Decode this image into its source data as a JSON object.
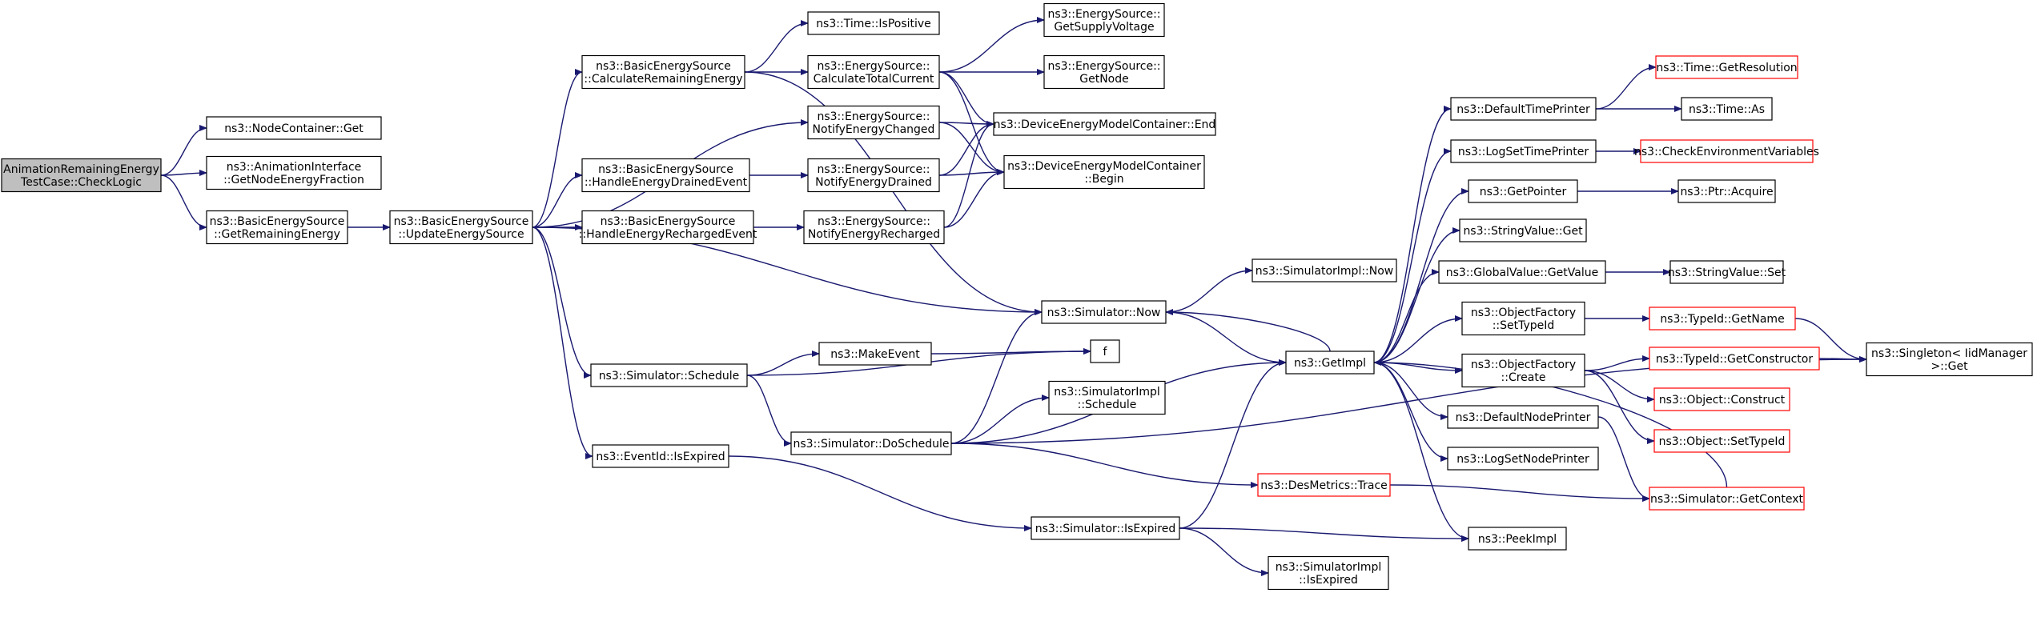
{
  "colors": {
    "edge": "#191970",
    "root_fill": "#bfbfbf",
    "node_fill": "#ffffff",
    "node_border": "#000000",
    "truncated_border": "#ff0000"
  },
  "nodes": [
    {
      "id": "root",
      "lines": [
        "AnimationRemainingEnergy",
        "TestCase::CheckLogic"
      ],
      "style": "root"
    },
    {
      "id": "nc_get",
      "lines": [
        "ns3::NodeContainer::Get"
      ]
    },
    {
      "id": "anim_get",
      "lines": [
        "ns3::AnimationInterface",
        "::GetNodeEnergyFraction"
      ]
    },
    {
      "id": "bes_getrem",
      "lines": [
        "ns3::BasicEnergySource",
        "::GetRemainingEnergy"
      ]
    },
    {
      "id": "bes_update",
      "lines": [
        "ns3::BasicEnergySource",
        "::UpdateEnergySource"
      ]
    },
    {
      "id": "bes_calc",
      "lines": [
        "ns3::BasicEnergySource",
        "::CalculateRemainingEnergy"
      ]
    },
    {
      "id": "es_notify_changed",
      "lines": [
        "ns3::EnergySource::",
        "NotifyEnergyChanged"
      ]
    },
    {
      "id": "bes_drained",
      "lines": [
        "ns3::BasicEnergySource",
        "::HandleEnergyDrainedEvent"
      ]
    },
    {
      "id": "bes_recharged",
      "lines": [
        "ns3::BasicEnergySource",
        "::HandleEnergyRechargedEvent"
      ]
    },
    {
      "id": "sim_schedule",
      "lines": [
        "ns3::Simulator::Schedule"
      ]
    },
    {
      "id": "eventid_expired",
      "lines": [
        "ns3::EventId::IsExpired"
      ]
    },
    {
      "id": "time_ispositive",
      "lines": [
        "ns3::Time::IsPositive"
      ]
    },
    {
      "id": "es_calctotal",
      "lines": [
        "ns3::EnergySource::",
        "CalculateTotalCurrent"
      ]
    },
    {
      "id": "es_notify_drained",
      "lines": [
        "ns3::EnergySource::",
        "NotifyEnergyDrained"
      ]
    },
    {
      "id": "es_notify_recharged",
      "lines": [
        "ns3::EnergySource::",
        "NotifyEnergyRecharged"
      ]
    },
    {
      "id": "make_event",
      "lines": [
        "ns3::MakeEvent"
      ]
    },
    {
      "id": "sim_doschedule",
      "lines": [
        "ns3::Simulator::DoSchedule"
      ]
    },
    {
      "id": "es_supply",
      "lines": [
        "ns3::EnergySource::",
        "GetSupplyVoltage"
      ]
    },
    {
      "id": "es_getnode",
      "lines": [
        "ns3::EnergySource::",
        "GetNode"
      ]
    },
    {
      "id": "demc_end",
      "lines": [
        "ns3::DeviceEnergyModelContainer::End"
      ]
    },
    {
      "id": "demc_begin",
      "lines": [
        "ns3::DeviceEnergyModelContainer",
        "::Begin"
      ]
    },
    {
      "id": "sim_now",
      "lines": [
        "ns3::Simulator::Now"
      ]
    },
    {
      "id": "f",
      "lines": [
        "f"
      ]
    },
    {
      "id": "simimpl_schedule",
      "lines": [
        "ns3::SimulatorImpl",
        "::Schedule"
      ]
    },
    {
      "id": "sim_isexpired",
      "lines": [
        "ns3::Simulator::IsExpired"
      ]
    },
    {
      "id": "simimpl_now",
      "lines": [
        "ns3::SimulatorImpl::Now"
      ]
    },
    {
      "id": "des_trace",
      "lines": [
        "ns3::DesMetrics::Trace"
      ],
      "style": "red"
    },
    {
      "id": "simimpl_isexpired",
      "lines": [
        "ns3::SimulatorImpl",
        "::IsExpired"
      ]
    },
    {
      "id": "getimpl",
      "lines": [
        "ns3::GetImpl"
      ]
    },
    {
      "id": "default_time_printer",
      "lines": [
        "ns3::DefaultTimePrinter"
      ]
    },
    {
      "id": "logset_time_printer",
      "lines": [
        "ns3::LogSetTimePrinter"
      ]
    },
    {
      "id": "getpointer",
      "lines": [
        "ns3::GetPointer"
      ]
    },
    {
      "id": "stringvalue_get",
      "lines": [
        "ns3::StringValue::Get"
      ]
    },
    {
      "id": "globalvalue_getvalue",
      "lines": [
        "ns3::GlobalValue::GetValue"
      ]
    },
    {
      "id": "of_settypeid",
      "lines": [
        "ns3::ObjectFactory",
        "::SetTypeId"
      ]
    },
    {
      "id": "of_create",
      "lines": [
        "ns3::ObjectFactory",
        "::Create"
      ]
    },
    {
      "id": "default_node_printer",
      "lines": [
        "ns3::DefaultNodePrinter"
      ]
    },
    {
      "id": "logset_node_printer",
      "lines": [
        "ns3::LogSetNodePrinter"
      ]
    },
    {
      "id": "peekimpl",
      "lines": [
        "ns3::PeekImpl"
      ]
    },
    {
      "id": "time_getres",
      "lines": [
        "ns3::Time::GetResolution"
      ],
      "style": "red"
    },
    {
      "id": "time_as",
      "lines": [
        "ns3::Time::As"
      ]
    },
    {
      "id": "check_env",
      "lines": [
        "ns3::CheckEnvironmentVariables"
      ],
      "style": "red"
    },
    {
      "id": "ptr_acquire",
      "lines": [
        "ns3::Ptr::Acquire"
      ]
    },
    {
      "id": "stringvalue_set",
      "lines": [
        "ns3::StringValue::Set"
      ]
    },
    {
      "id": "typeid_getname",
      "lines": [
        "ns3::TypeId::GetName"
      ],
      "style": "red"
    },
    {
      "id": "typeid_getctor",
      "lines": [
        "ns3::TypeId::GetConstructor"
      ],
      "style": "red"
    },
    {
      "id": "object_construct",
      "lines": [
        "ns3::Object::Construct"
      ],
      "style": "red"
    },
    {
      "id": "object_settypeid",
      "lines": [
        "ns3::Object::SetTypeId"
      ],
      "style": "red"
    },
    {
      "id": "sim_getcontext",
      "lines": [
        "ns3::Simulator::GetContext"
      ],
      "style": "red"
    },
    {
      "id": "singleton_get",
      "lines": [
        "ns3::Singleton< IidManager",
        ">::Get"
      ]
    }
  ],
  "edges": [
    [
      "root",
      "nc_get"
    ],
    [
      "root",
      "anim_get"
    ],
    [
      "root",
      "bes_getrem"
    ],
    [
      "bes_getrem",
      "bes_update"
    ],
    [
      "bes_update",
      "bes_calc"
    ],
    [
      "bes_update",
      "es_notify_changed"
    ],
    [
      "bes_update",
      "bes_drained"
    ],
    [
      "bes_update",
      "bes_recharged"
    ],
    [
      "bes_update",
      "sim_now"
    ],
    [
      "bes_update",
      "sim_schedule"
    ],
    [
      "bes_update",
      "eventid_expired"
    ],
    [
      "bes_calc",
      "time_ispositive"
    ],
    [
      "bes_calc",
      "es_calctotal"
    ],
    [
      "bes_calc",
      "sim_now"
    ],
    [
      "es_calctotal",
      "es_supply"
    ],
    [
      "es_calctotal",
      "es_getnode"
    ],
    [
      "es_calctotal",
      "demc_end"
    ],
    [
      "es_calctotal",
      "demc_begin"
    ],
    [
      "es_notify_changed",
      "demc_end"
    ],
    [
      "es_notify_changed",
      "demc_begin"
    ],
    [
      "bes_drained",
      "es_notify_drained"
    ],
    [
      "es_notify_drained",
      "demc_end"
    ],
    [
      "es_notify_drained",
      "demc_begin"
    ],
    [
      "bes_recharged",
      "es_notify_recharged"
    ],
    [
      "es_notify_recharged",
      "demc_end"
    ],
    [
      "es_notify_recharged",
      "demc_begin"
    ],
    [
      "sim_schedule",
      "make_event"
    ],
    [
      "sim_schedule",
      "f"
    ],
    [
      "sim_schedule",
      "sim_doschedule"
    ],
    [
      "make_event",
      "f"
    ],
    [
      "eventid_expired",
      "sim_isexpired"
    ],
    [
      "sim_doschedule",
      "sim_now"
    ],
    [
      "sim_doschedule",
      "simimpl_schedule"
    ],
    [
      "sim_doschedule",
      "getimpl"
    ],
    [
      "sim_doschedule",
      "des_trace"
    ],
    [
      "sim_doschedule",
      "singleton_get"
    ],
    [
      "sim_now",
      "simimpl_now"
    ],
    [
      "sim_now",
      "getimpl"
    ],
    [
      "sim_isexpired",
      "getimpl"
    ],
    [
      "sim_isexpired",
      "peekimpl"
    ],
    [
      "sim_isexpired",
      "simimpl_isexpired"
    ],
    [
      "des_trace",
      "sim_getcontext"
    ],
    [
      "getimpl",
      "sim_now"
    ],
    [
      "getimpl",
      "default_time_printer"
    ],
    [
      "getimpl",
      "logset_time_printer"
    ],
    [
      "getimpl",
      "getpointer"
    ],
    [
      "getimpl",
      "stringvalue_get"
    ],
    [
      "getimpl",
      "globalvalue_getvalue"
    ],
    [
      "getimpl",
      "of_settypeid"
    ],
    [
      "getimpl",
      "of_create"
    ],
    [
      "getimpl",
      "default_node_printer"
    ],
    [
      "getimpl",
      "logset_node_printer"
    ],
    [
      "getimpl",
      "peekimpl"
    ],
    [
      "default_time_printer",
      "time_getres"
    ],
    [
      "default_time_printer",
      "time_as"
    ],
    [
      "logset_time_printer",
      "check_env"
    ],
    [
      "getpointer",
      "ptr_acquire"
    ],
    [
      "globalvalue_getvalue",
      "stringvalue_set"
    ],
    [
      "of_settypeid",
      "typeid_getname"
    ],
    [
      "of_create",
      "typeid_getctor"
    ],
    [
      "of_create",
      "object_construct"
    ],
    [
      "of_create",
      "object_settypeid"
    ],
    [
      "default_node_printer",
      "sim_getcontext"
    ],
    [
      "sim_getcontext",
      "getimpl"
    ],
    [
      "typeid_getname",
      "singleton_get"
    ],
    [
      "typeid_getctor",
      "singleton_get"
    ]
  ]
}
